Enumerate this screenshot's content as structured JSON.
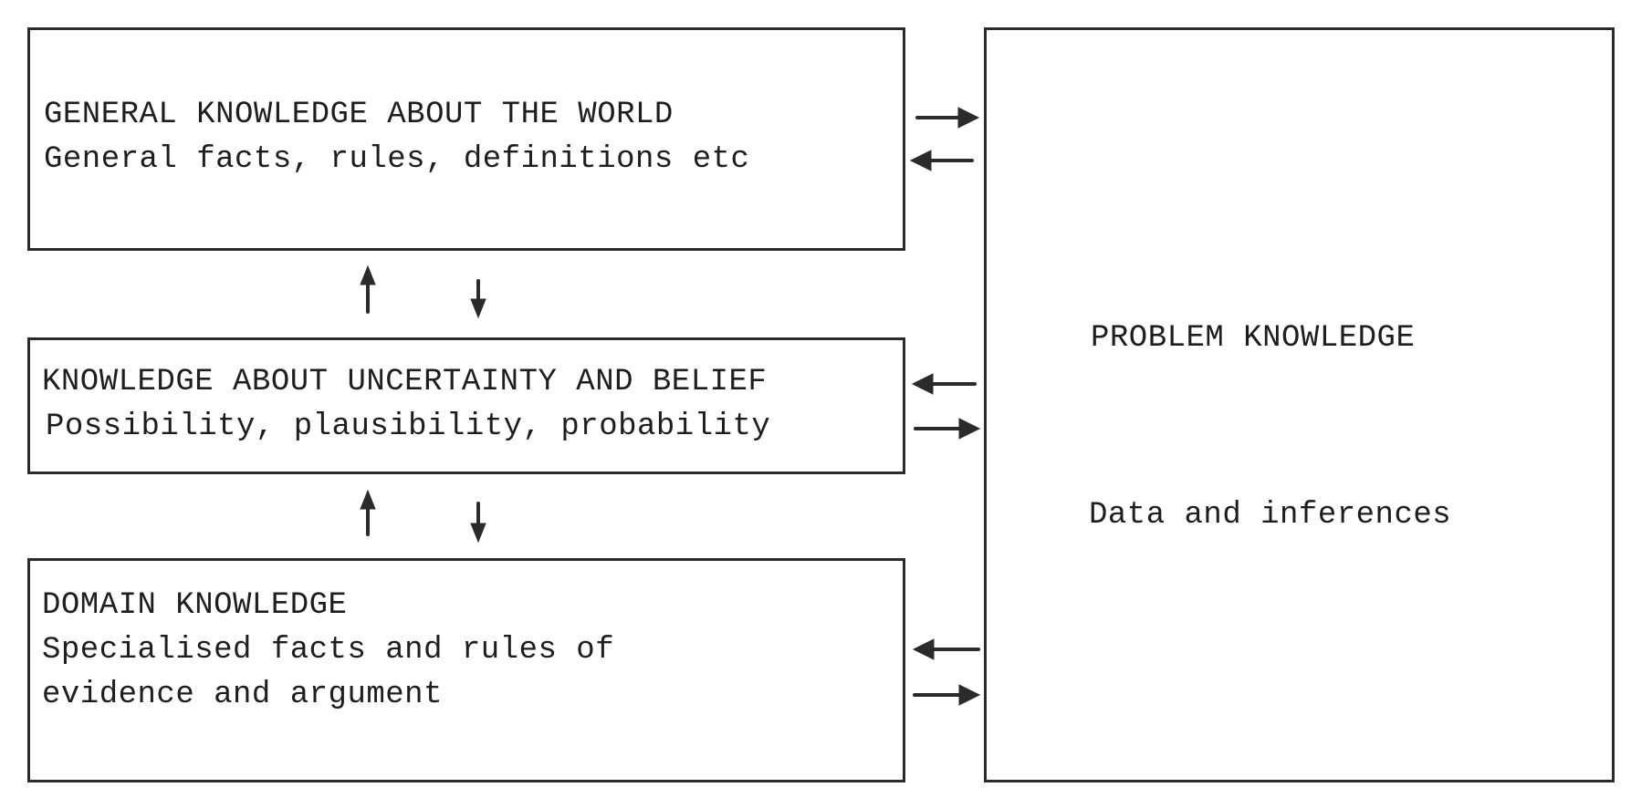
{
  "general": {
    "heading": "GENERAL KNOWLEDGE ABOUT THE WORLD",
    "detail": "General facts, rules, definitions etc"
  },
  "uncertainty": {
    "heading": "KNOWLEDGE ABOUT UNCERTAINTY AND BELIEF",
    "detail": "Possibility, plausibility, probability"
  },
  "domain": {
    "heading": "DOMAIN KNOWLEDGE",
    "detail_line1": "Specialised facts and rules of",
    "detail_line2": "evidence and argument"
  },
  "problem": {
    "heading": "PROBLEM KNOWLEDGE",
    "detail": "Data and inferences"
  },
  "colors": {
    "ink": "#2b2b2b",
    "background": "#ffffff"
  },
  "icons": {
    "arrow_right": "arrow-right-icon",
    "arrow_left": "arrow-left-icon",
    "arrow_up": "arrow-up-icon",
    "arrow_down": "arrow-down-icon"
  }
}
